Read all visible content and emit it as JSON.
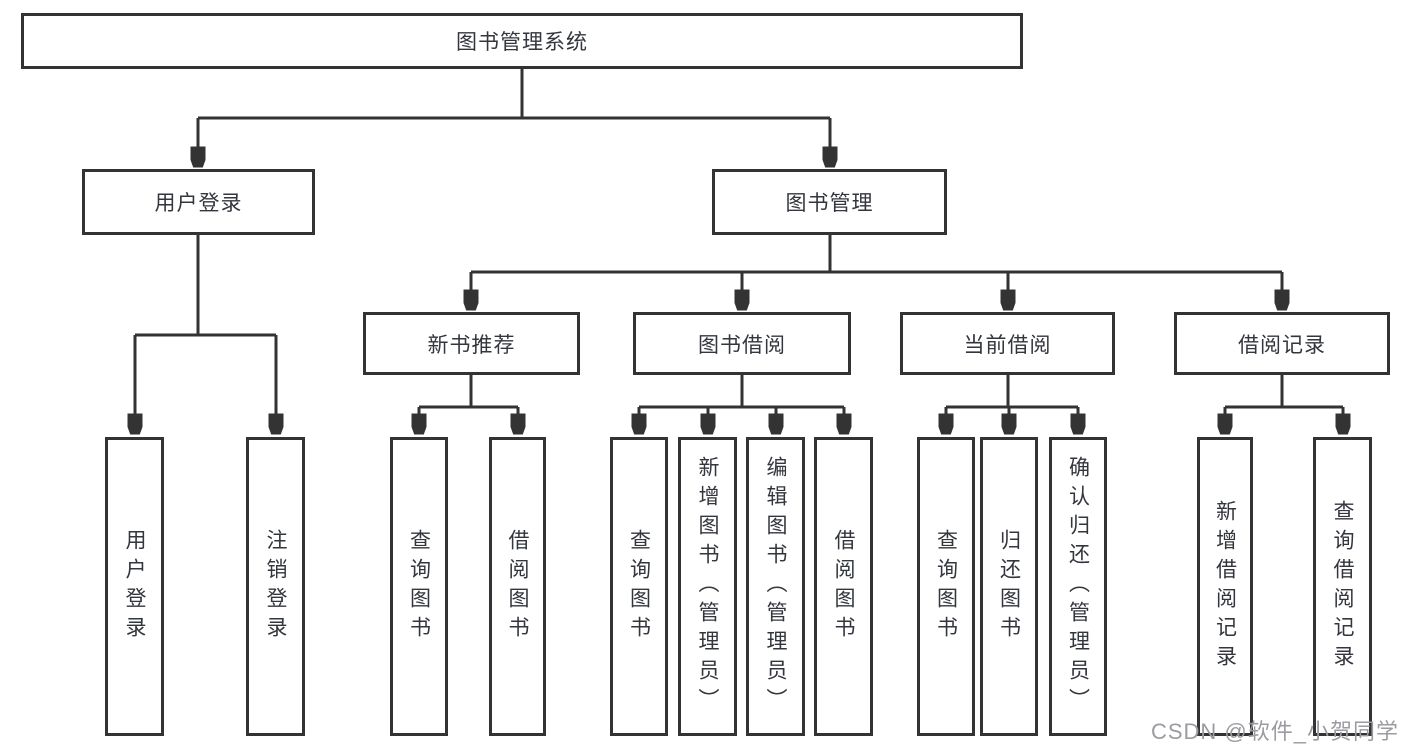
{
  "tree": {
    "root": {
      "label": "图书管理系统"
    },
    "user_login": {
      "label": "用户登录",
      "children": [
        {
          "label": "用户登录"
        },
        {
          "label": "注销登录"
        }
      ]
    },
    "book_management": {
      "label": "图书管理",
      "children": [
        {
          "label": "新书推荐",
          "children": [
            {
              "label": "查询图书"
            },
            {
              "label": "借阅图书"
            }
          ]
        },
        {
          "label": "图书借阅",
          "children": [
            {
              "label": "查询图书"
            },
            {
              "label": "新增图书（管理员）"
            },
            {
              "label": "编辑图书（管理员）"
            },
            {
              "label": "借阅图书"
            }
          ]
        },
        {
          "label": "当前借阅",
          "children": [
            {
              "label": "查询图书"
            },
            {
              "label": "归还图书"
            },
            {
              "label": "确认归还（管理员）"
            }
          ]
        },
        {
          "label": "借阅记录",
          "children": [
            {
              "label": "新增借阅记录"
            },
            {
              "label": "查询借阅记录"
            }
          ]
        }
      ]
    }
  },
  "watermark": {
    "text": "CSDN @软件_小贺同学"
  },
  "colors": {
    "line": "#333333",
    "box_border": "#333333",
    "box_fill": "#ffffff",
    "text": "#33363c",
    "watermark": "#9b9ba1",
    "background": "#ffffff"
  }
}
